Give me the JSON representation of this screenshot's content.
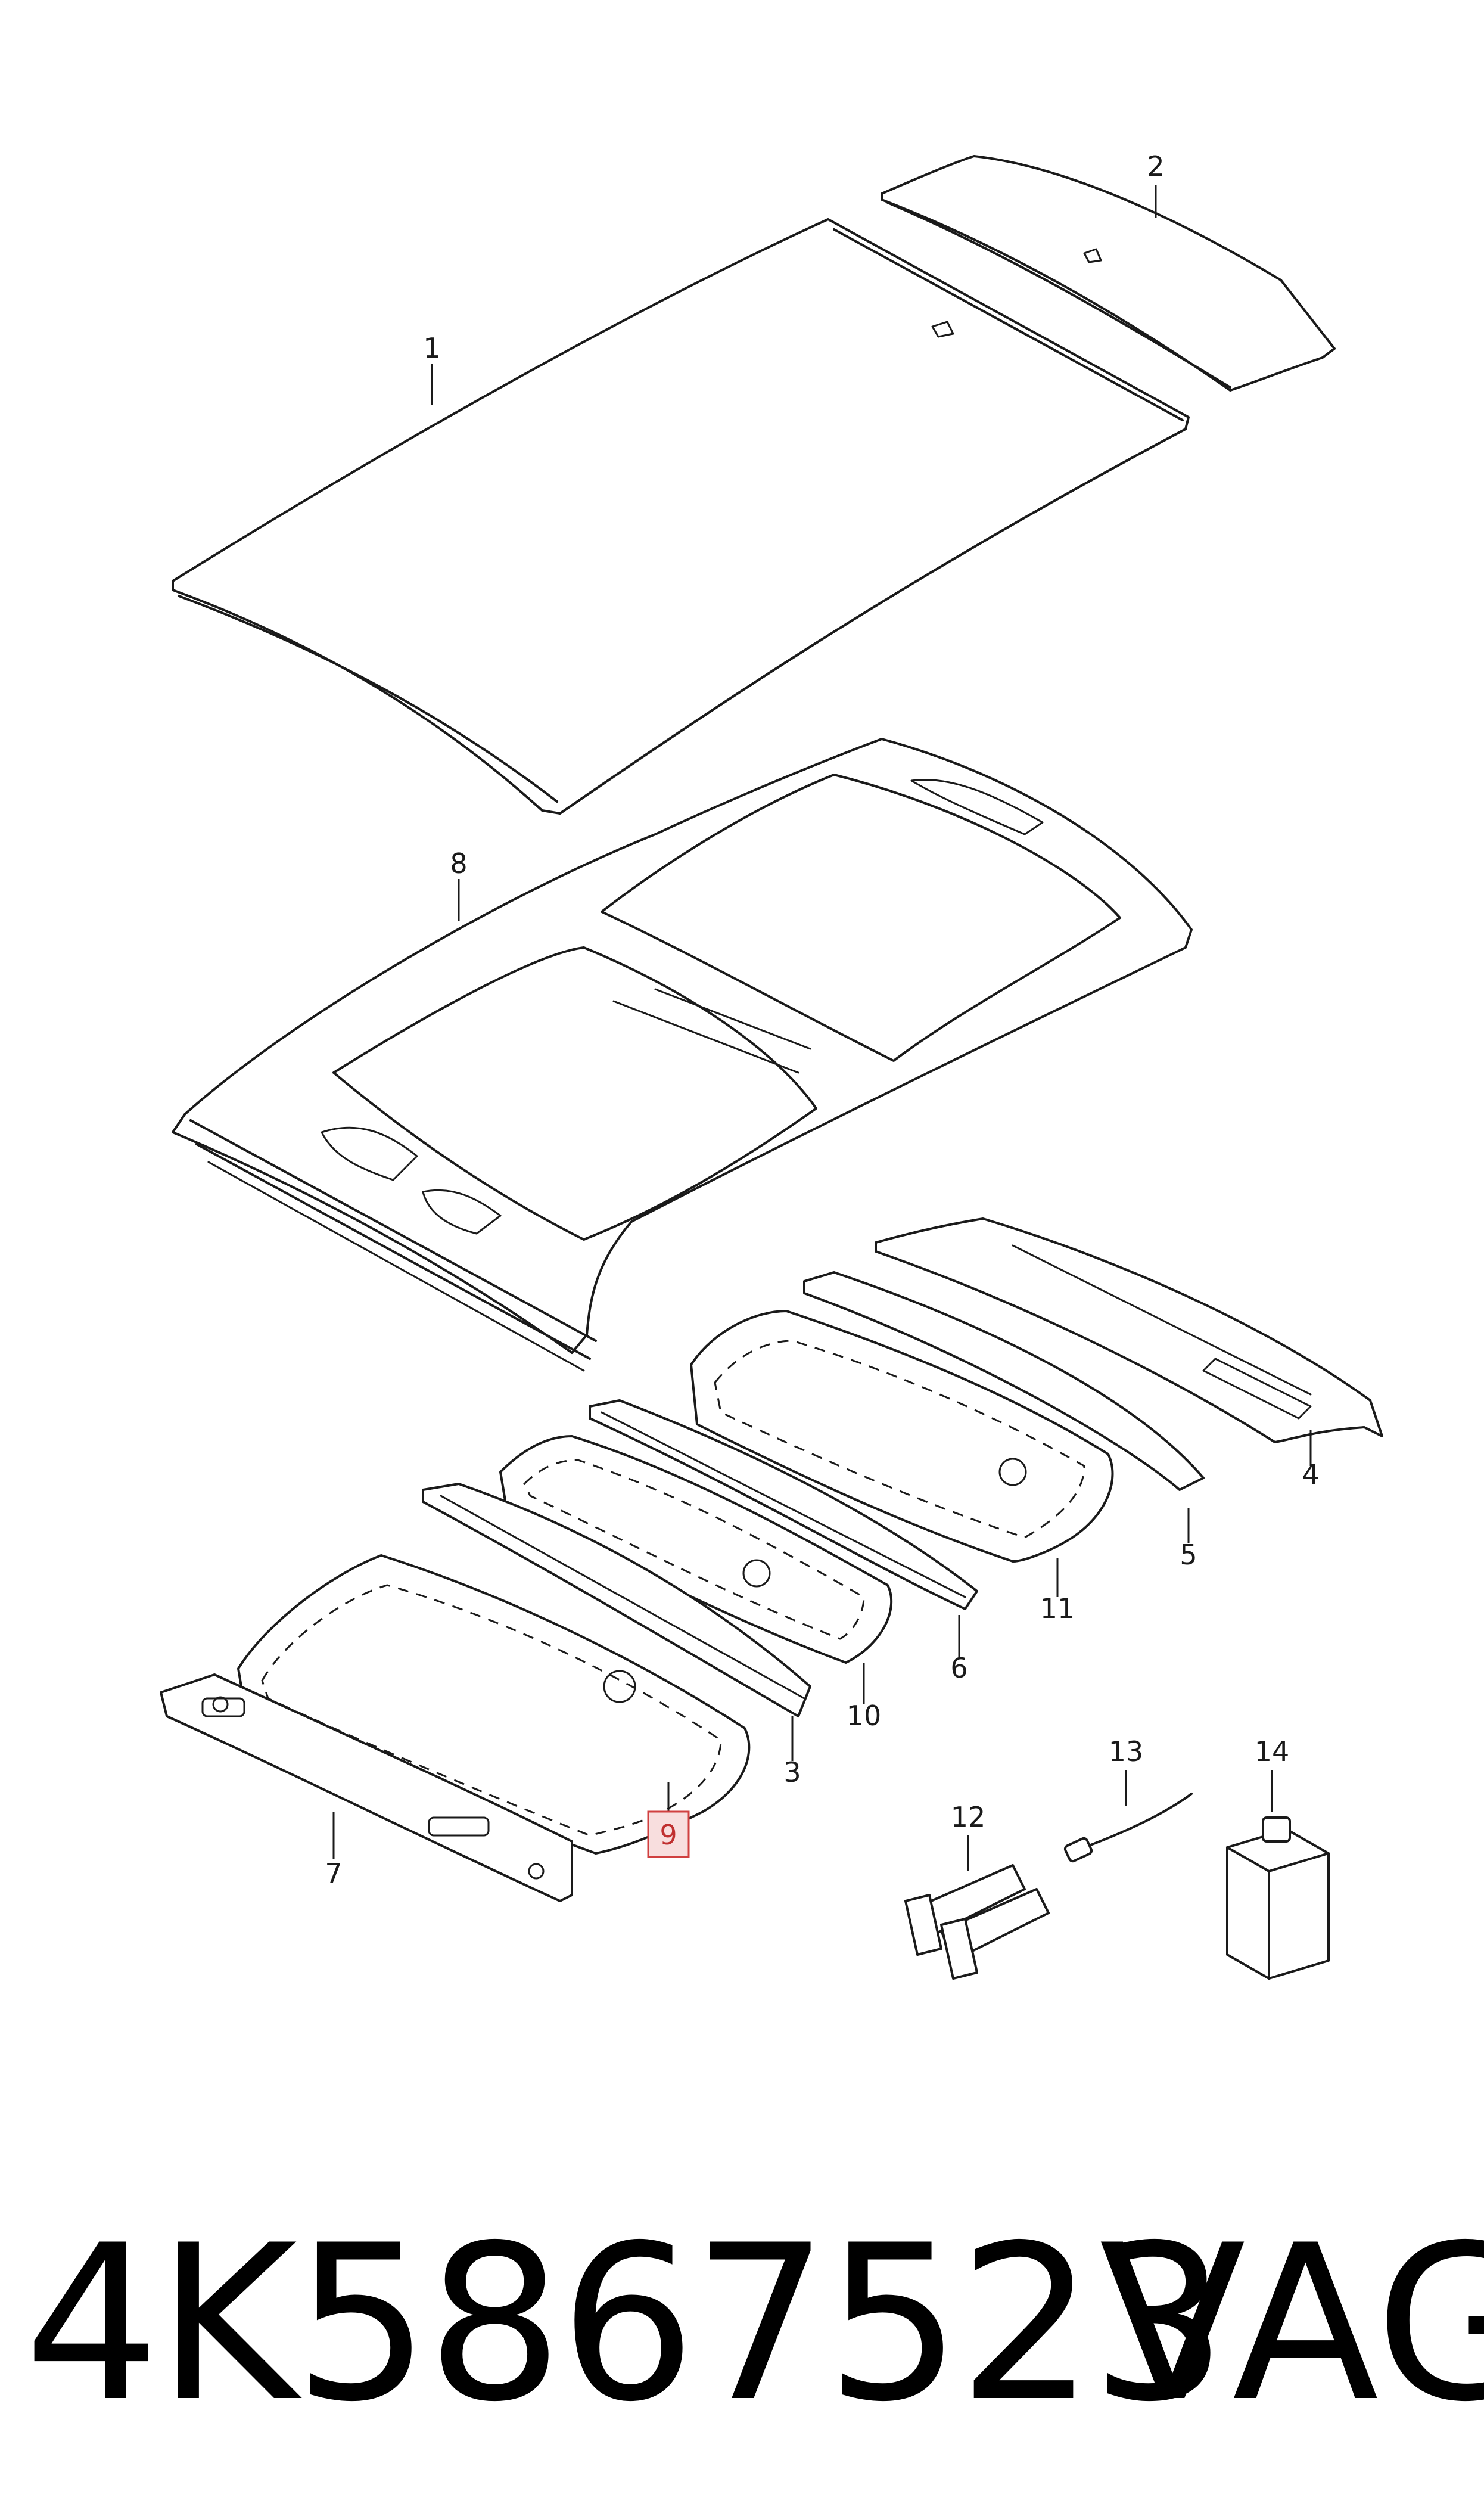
{
  "diagram": {
    "callouts": [
      {
        "id": "1",
        "label": "1"
      },
      {
        "id": "2",
        "label": "2"
      },
      {
        "id": "3",
        "label": "3"
      },
      {
        "id": "4",
        "label": "4"
      },
      {
        "id": "5",
        "label": "5"
      },
      {
        "id": "6",
        "label": "6"
      },
      {
        "id": "7",
        "label": "7"
      },
      {
        "id": "8",
        "label": "8"
      },
      {
        "id": "9",
        "label": "9",
        "highlighted": true
      },
      {
        "id": "10",
        "label": "10"
      },
      {
        "id": "11",
        "label": "11"
      },
      {
        "id": "12",
        "label": "12"
      },
      {
        "id": "13",
        "label": "13"
      },
      {
        "id": "14",
        "label": "14"
      }
    ],
    "highlight_color": "#d04040"
  },
  "footer": {
    "part_number": "4K5867523",
    "brand": "VAG"
  }
}
